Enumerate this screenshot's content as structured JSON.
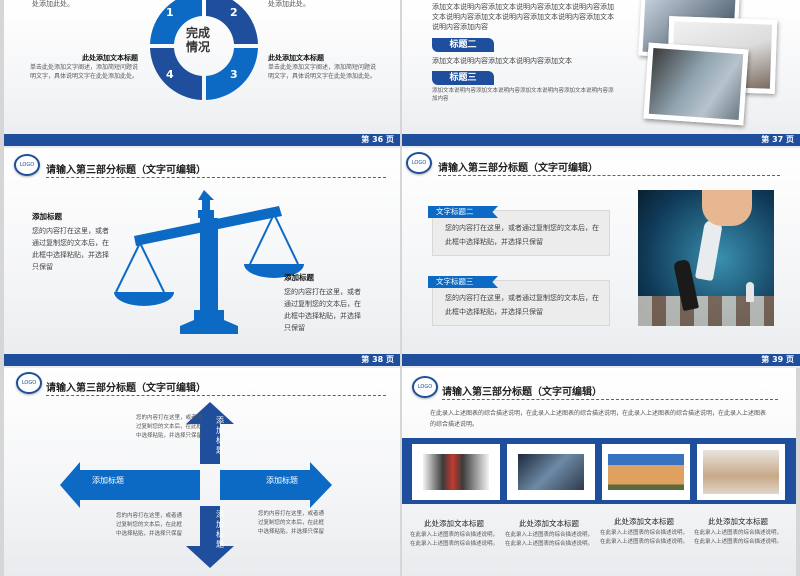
{
  "slides": [
    {
      "page": "第 36 页",
      "center_label": [
        "完成",
        "情况"
      ],
      "segments": [
        "1",
        "2",
        "3",
        "4"
      ],
      "top_left_fragment": "处添加此处。",
      "top_right_fragment": "处添加此处。",
      "left_block": {
        "title": "此处添加文本标题",
        "body": "单击此处添加文字阐述，添加简短问题说明文字，具体说明文字在此处添加此处。"
      },
      "right_block": {
        "title": "此处添加文本标题",
        "body": "单击此处添加文字阐述，添加简短问题说明文字，具体说明文字在此处添加此处。"
      }
    },
    {
      "page": "第 37 页",
      "para1": "添加文本说明内容添加文本说明内容添加文本说明内容添加文本说明内容添加文本说明内容添加文本说明内容添加文本说明内容添加内容",
      "label2": "标题二",
      "para2": "添加文本说明内容添加文本说明内容添加文本",
      "label3": "标题三",
      "para3": "添加文本说明内容添加文本说明内容添加文本说明内容添加文本说明内容添加内容"
    },
    {
      "page": "第 38 页",
      "logo": "LOGO",
      "title": "请输入第三部分标题（文字可编辑）",
      "left": {
        "title": "添加标题",
        "body": "您的内容打在这里，或者通过复制您的文本后，在此框中选择粘贴，并选择只保留"
      },
      "right": {
        "title": "添加标题",
        "body": "您的内容打在这里，或者通过复制您的文本后，在此框中选择粘贴，并选择只保留"
      }
    },
    {
      "page": "第 39 页",
      "logo": "LOGO",
      "title": "请输入第三部分标题（文字可编辑）",
      "box1": {
        "label": "文字标题二",
        "body": "您的内容打在这里，或者通过复制您的文本后，在此框中选择粘贴，并选择只保留"
      },
      "box2": {
        "label": "文字标题三",
        "body": "您的内容打在这里，或者通过复制您的文本后，在此框中选择粘贴，并选择只保留"
      }
    },
    {
      "logo": "LOGO",
      "title": "请输入第三部分标题（文字可编辑）",
      "arrows": {
        "up": "添加标题",
        "down": "添加标题",
        "left": "添加标题",
        "right": "添加标题"
      },
      "text_tl": "您的内容打在这里，或者通过复制您的文本后，在此框中选择粘贴，并选择只保留",
      "text_bl": "您的内容打在这里，或者通过复制您的文本后，在此框中选择粘贴，并选择只保留",
      "text_br": "您的内容打在这里，或者通过复制您的文本后，在此框中选择粘贴，并选择只保留"
    },
    {
      "logo": "LOGO",
      "title": "请输入第三部分标题（文字可编辑）",
      "desc": "在此录入上述图表的综合描述说明，在此录入上述图表的综合描述说明，在此录入上述图表的综合描述说明，在此录入上述图表的综合描述说明。",
      "cards": [
        {
          "title": "此处添加文本标题",
          "body": "在此录入上述图表的综合描述说明，在此录入上述图表的综合描述说明。"
        },
        {
          "title": "此处添加文本标题",
          "body": "在此录入上述图表的综合描述说明，在此录入上述图表的综合描述说明。"
        },
        {
          "title": "此处添加文本标题",
          "body": "在此录入上述图表的综合描述说明，在此录入上述图表的综合描述说明。"
        },
        {
          "title": "此处添加文本标题",
          "body": "在此录入上述图表的综合描述说明，在此录入上述图表的综合描述说明。"
        }
      ]
    }
  ],
  "colors": {
    "primary": "#1f4e9c",
    "accent": "#0c6ac4",
    "text": "#333333"
  }
}
